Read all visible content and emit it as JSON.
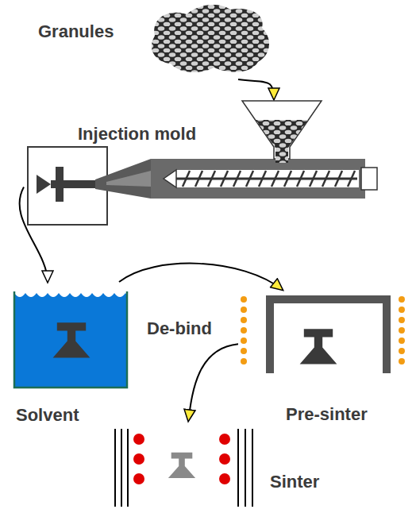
{
  "diagram": {
    "nodes": [
      {
        "text": [
          "Granules"
        ]
      },
      {
        "text": [
          "Injection mold"
        ]
      },
      {
        "text": [
          "Solvent"
        ]
      },
      {
        "text": [
          "Pre-sinter"
        ]
      },
      {
        "text": [
          "Sinter"
        ]
      }
    ],
    "edges": [
      {
        "from": 0,
        "to": 1,
        "arrow": "to"
      },
      {
        "from": 1,
        "to": 2,
        "arrow": "to"
      },
      {
        "from": 2,
        "to": 3,
        "arrow": "to"
      },
      {
        "from": 3,
        "to": 4,
        "arrow": "to"
      }
    ],
    "labels": [
      "De-bind"
    ]
  }
}
